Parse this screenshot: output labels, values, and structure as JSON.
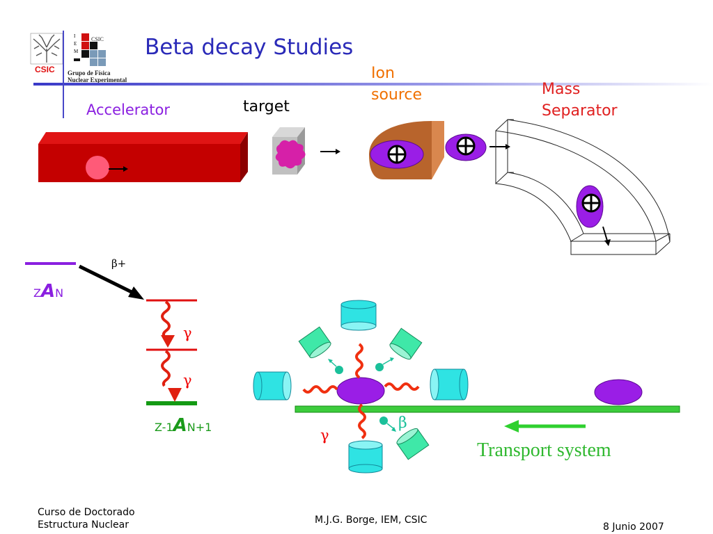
{
  "slide": {
    "title": "Beta decay Studies",
    "logo": {
      "org": "CSIC",
      "iem_org": "CSIC",
      "group_line1": "Grupo de Física",
      "group_line2": "Nuclear Experimental"
    },
    "labels": {
      "accelerator": "Accelerator",
      "target": "target",
      "ion_source_line1": "Ion",
      "ion_source_line2": "source",
      "mass_separator_line1": "Mass",
      "mass_separator_line2": "Separator",
      "beta_plus": "β+",
      "parent_z": "Z",
      "parent_a": "A",
      "parent_n": "N",
      "daughter_z": "Z-1",
      "daughter_a": "A",
      "daughter_n": "N+1",
      "gamma_1": "γ",
      "gamma_2": "γ",
      "gamma_bottom": "γ",
      "beta": "β",
      "transport_system": "Transport system"
    },
    "footer": {
      "course_line1": "Curso de Doctorado",
      "course_line2": "Estructura Nuclear",
      "author": "M.J.G. Borge, IEM, CSIC",
      "date": "8 Junio 2007"
    },
    "colors": {
      "title": "#2a2ab8",
      "accelerator": "#cc0000",
      "ion_source": "#c8703a",
      "ion": "#9a1ee6",
      "gamma": "#f00000",
      "detector": "#2fe3e3",
      "detector_green": "#3fe8a8",
      "transport": "#2fb82f",
      "level_purple": "#8a1fe0",
      "level_green": "#139a13"
    }
  }
}
